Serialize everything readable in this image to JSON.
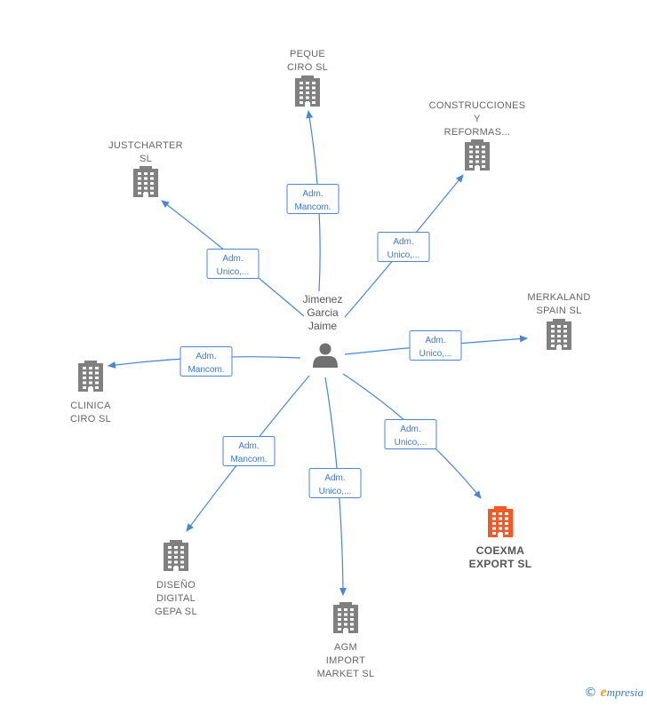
{
  "center": {
    "name_lines": [
      "Jimenez",
      "Garcia",
      "Jaime"
    ],
    "icon": "person-icon"
  },
  "companies": [
    {
      "id": "peque-ciro",
      "lines": [
        "PEQUE",
        "CIRO  SL"
      ],
      "role_lines": [
        "Adm.",
        "Mancom."
      ],
      "highlight": false
    },
    {
      "id": "construcciones",
      "lines": [
        "CONSTRUCCIONES",
        "Y",
        "REFORMAS..."
      ],
      "role_lines": [
        "Adm.",
        "Unico,..."
      ],
      "highlight": false
    },
    {
      "id": "justcharter",
      "lines": [
        "JUSTCHARTER",
        "SL"
      ],
      "role_lines": [
        "Adm.",
        "Unico,..."
      ],
      "highlight": false
    },
    {
      "id": "merkaland",
      "lines": [
        "MERKALAND",
        "SPAIN  SL"
      ],
      "role_lines": [
        "Adm.",
        "Unico,..."
      ],
      "highlight": false
    },
    {
      "id": "clinica-ciro",
      "lines": [
        "CLINICA",
        "CIRO  SL"
      ],
      "role_lines": [
        "Adm.",
        "Mancom."
      ],
      "highlight": false
    },
    {
      "id": "coexma",
      "lines": [
        "COEXMA",
        "EXPORT  SL"
      ],
      "role_lines": [
        "Adm.",
        "Unico,..."
      ],
      "highlight": true
    },
    {
      "id": "diseno-digital",
      "lines": [
        "DISEÑO",
        "DIGITAL",
        "GEPA  SL"
      ],
      "role_lines": [
        "Adm.",
        "Mancom."
      ],
      "highlight": false
    },
    {
      "id": "agm-import",
      "lines": [
        "AGM",
        "IMPORT",
        "MARKET  SL"
      ],
      "role_lines": [
        "Adm.",
        "Unico,..."
      ],
      "highlight": false
    }
  ],
  "colors": {
    "building": "#808080",
    "building_highlight": "#f05a28",
    "edge": "#4a86d4",
    "person": "#707070"
  },
  "footer": {
    "copyright": "©",
    "brand_initial": "e",
    "brand_rest": "mpresia"
  }
}
